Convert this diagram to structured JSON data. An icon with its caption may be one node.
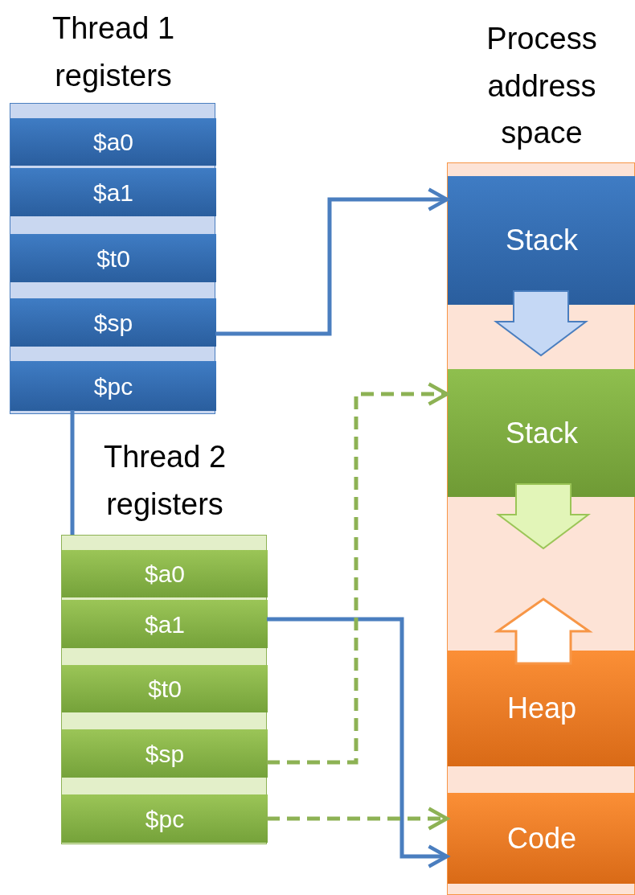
{
  "diagram": {
    "nodes": [
      {
        "text": [
          "Thread 1 registers"
        ]
      },
      {
        "text": [
          "$a0"
        ],
        "in": 0
      },
      {
        "text": [
          "$a1"
        ],
        "in": 0
      },
      {
        "text": [
          "$t0"
        ],
        "in": 0
      },
      {
        "text": [
          "$sp"
        ],
        "in": 0
      },
      {
        "text": [
          "$pc"
        ],
        "in": 0
      },
      {
        "text": [
          "Thread 2 registers"
        ]
      },
      {
        "text": [
          "$a0"
        ],
        "in": 6
      },
      {
        "text": [
          "$a1"
        ],
        "in": 6
      },
      {
        "text": [
          "$t0"
        ],
        "in": 6
      },
      {
        "text": [
          "$sp"
        ],
        "in": 6
      },
      {
        "text": [
          "$pc"
        ],
        "in": 6
      },
      {
        "text": [
          "Process address space"
        ]
      },
      {
        "text": [
          "Stack"
        ],
        "in": 12
      },
      {
        "text": [
          "Stack"
        ],
        "in": 12
      },
      {
        "text": [
          "Heap"
        ],
        "in": 12
      },
      {
        "text": [
          "Code"
        ],
        "in": 12
      }
    ],
    "edges": [
      {
        "from": 4,
        "to": 13,
        "arrow": "to",
        "color": "#4a7ebf"
      },
      {
        "from": 5,
        "to": 6,
        "arrow": "none",
        "color": "#4a7ebf"
      },
      {
        "from": 8,
        "to": 16,
        "arrow": "to",
        "color": "#4a7ebf"
      },
      {
        "from": 10,
        "to": 14,
        "arrow": "to",
        "style": "dashed",
        "color": "#8db254"
      },
      {
        "from": 11,
        "to": 16,
        "arrow": "to",
        "style": "dashed",
        "color": "#8db254"
      },
      {
        "from": 13,
        "to": 14,
        "arrow": "to",
        "style": "thick",
        "color": "#4a7ebf"
      }
    ]
  }
}
